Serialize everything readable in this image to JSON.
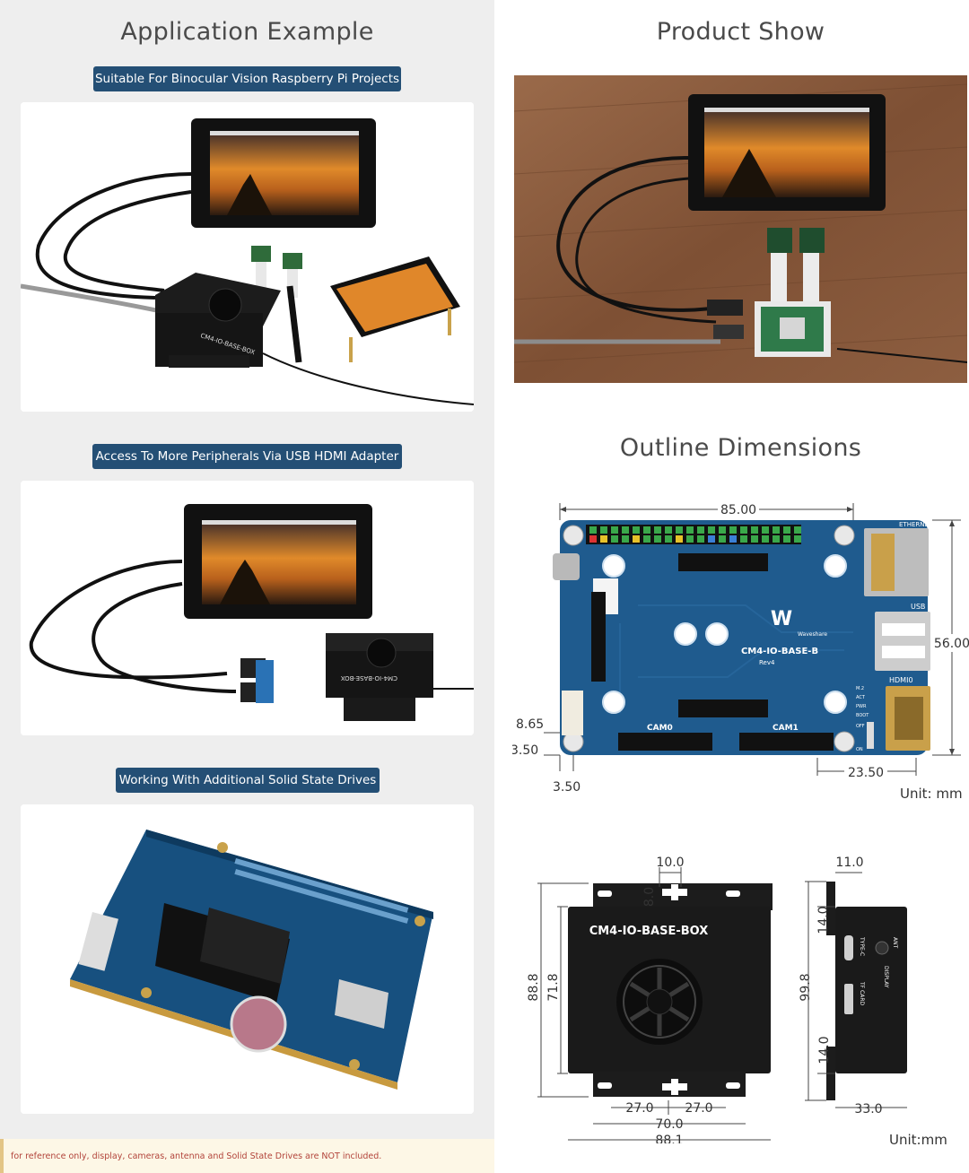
{
  "left": {
    "title": "Application Example",
    "badges": [
      "Suitable For Binocular Vision Raspberry Pi Projects",
      "Access To More Peripherals Via USB HDMI Adapter",
      "Working With Additional Solid State Drives"
    ],
    "box_label": "CM4-IO-BASE-BOX",
    "footer_note": "for reference only, display, cameras, antenna and Solid State Drives are NOT included."
  },
  "right": {
    "product_title": "Product Show",
    "outline_title": "Outline Dimensions",
    "board": {
      "width": "85.00",
      "height": "56.00",
      "d1": "8.65",
      "d2": "3.50",
      "d3": "3.50",
      "d4": "23.50",
      "unit": "Unit: mm",
      "labels": {
        "name": "CM4-IO-BASE-B",
        "rev": "Rev4",
        "brand": "Waveshare",
        "ethernet": "ETHERNET",
        "usb": "USB 1/2",
        "hdmi": "HDMI0",
        "cam0": "CAM0",
        "cam1": "CAM1",
        "m2": "M.2",
        "act": "ACT",
        "pwr": "PWR",
        "boot": "BOOT",
        "off": "OFF",
        "on": "ON"
      }
    },
    "box": {
      "label": "CM4-IO-BASE-BOX",
      "top_w": "10.0",
      "top_h": "8.0",
      "h_outer": "88.8",
      "h_inner": "71.8",
      "bw_left": "27.0",
      "bw_right": "27.0",
      "w_inner": "70.0",
      "w_outer": "88.1",
      "side_top": "11.0",
      "side_a": "14.0",
      "side_h": "99.8",
      "side_b": "14.0",
      "side_w": "33.0",
      "side_labels": {
        "type_c": "TYPE-C",
        "ant": "ANT",
        "display": "DISPLAY",
        "tf": "TF CARD"
      },
      "unit": "Unit:mm"
    }
  },
  "colors": {
    "badge": "#244f75",
    "left_bg": "#eeeeee",
    "pcb": "#1f5b8e",
    "wood": "#8a5a3c",
    "note": "#b2433a"
  }
}
